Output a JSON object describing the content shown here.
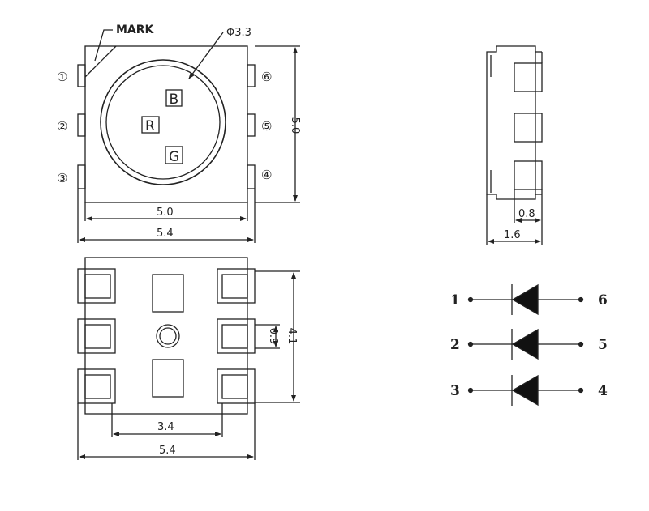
{
  "top_view": {
    "mark_label": "MARK",
    "diameter_label": "Φ3.3",
    "inner_width_label": "5.0",
    "outer_width_label": "5.4",
    "height_label": "5.0",
    "pins_left": [
      "①",
      "②",
      "③"
    ],
    "pins_right": [
      "⑥",
      "⑤",
      "④"
    ],
    "chips": [
      "B",
      "R",
      "G"
    ]
  },
  "side_view": {
    "pad_label": "0.8",
    "thickness_label": "1.6"
  },
  "bottom_view": {
    "pad_height_label": "0.9",
    "pad_span_label": "4.1",
    "pad_gap_label": "3.4",
    "width_label": "5.4"
  },
  "schematic": {
    "rows": [
      {
        "left": "1",
        "right": "6"
      },
      {
        "left": "2",
        "right": "5"
      },
      {
        "left": "3",
        "right": "4"
      }
    ]
  }
}
